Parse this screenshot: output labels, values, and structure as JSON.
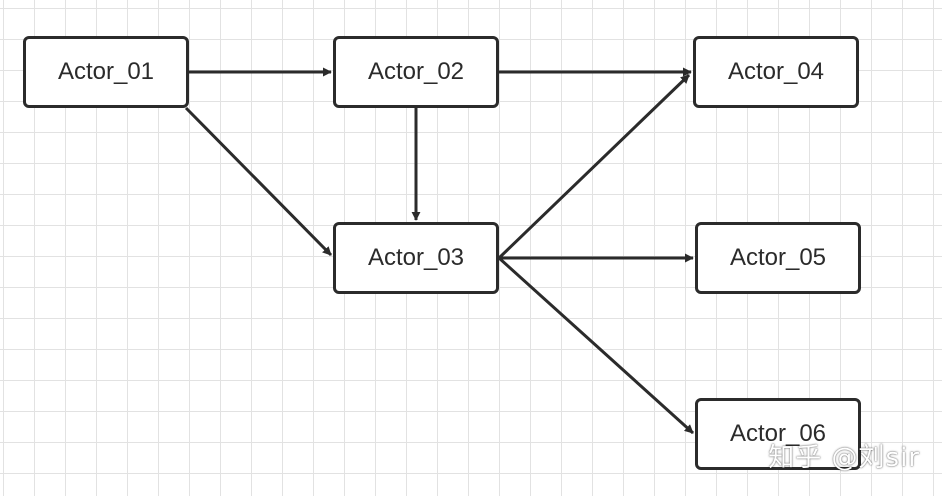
{
  "diagram": {
    "nodes": [
      {
        "id": "actor_01",
        "label": "Actor_01"
      },
      {
        "id": "actor_02",
        "label": "Actor_02"
      },
      {
        "id": "actor_03",
        "label": "Actor_03"
      },
      {
        "id": "actor_04",
        "label": "Actor_04"
      },
      {
        "id": "actor_05",
        "label": "Actor_05"
      },
      {
        "id": "actor_06",
        "label": "Actor_06"
      }
    ],
    "edges": [
      {
        "from": "actor_01",
        "to": "actor_02"
      },
      {
        "from": "actor_01",
        "to": "actor_03"
      },
      {
        "from": "actor_02",
        "to": "actor_03"
      },
      {
        "from": "actor_02",
        "to": "actor_04"
      },
      {
        "from": "actor_03",
        "to": "actor_04"
      },
      {
        "from": "actor_03",
        "to": "actor_05"
      },
      {
        "from": "actor_03",
        "to": "actor_06"
      }
    ]
  },
  "colors": {
    "stroke": "#2b2b2b",
    "grid": "#e2e2e2",
    "background": "#ffffff"
  },
  "watermark": {
    "text": "知乎 @刘sir"
  }
}
